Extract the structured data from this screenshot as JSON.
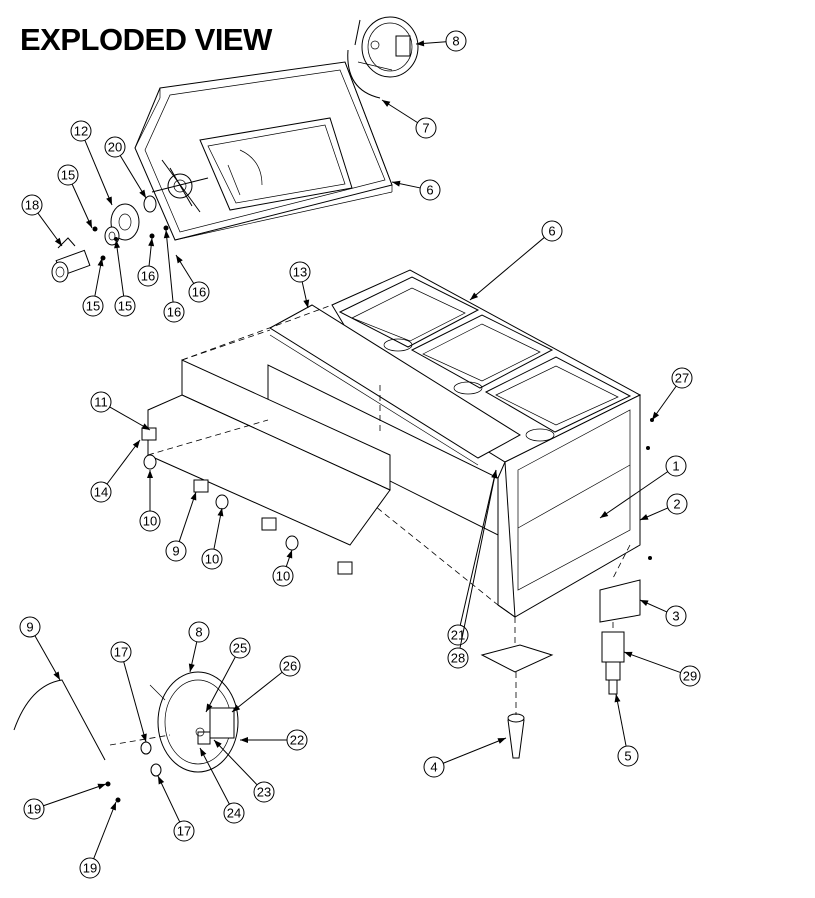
{
  "title": "EXPLODED VIEW",
  "callouts": [
    {
      "id": "c8a",
      "label": "8"
    },
    {
      "id": "c7",
      "label": "7"
    },
    {
      "id": "c6a",
      "label": "6"
    },
    {
      "id": "c12",
      "label": "12"
    },
    {
      "id": "c20",
      "label": "20"
    },
    {
      "id": "c15a",
      "label": "15"
    },
    {
      "id": "c18",
      "label": "18"
    },
    {
      "id": "c15b",
      "label": "15"
    },
    {
      "id": "c15c",
      "label": "15"
    },
    {
      "id": "c16a",
      "label": "16"
    },
    {
      "id": "c16b",
      "label": "16"
    },
    {
      "id": "c16c",
      "label": "16"
    },
    {
      "id": "c6b",
      "label": "6"
    },
    {
      "id": "c13",
      "label": "13"
    },
    {
      "id": "c27",
      "label": "27"
    },
    {
      "id": "c11",
      "label": "11"
    },
    {
      "id": "c1",
      "label": "1"
    },
    {
      "id": "c14",
      "label": "14"
    },
    {
      "id": "c2",
      "label": "2"
    },
    {
      "id": "c10a",
      "label": "10"
    },
    {
      "id": "c9a",
      "label": "9"
    },
    {
      "id": "c10b",
      "label": "10"
    },
    {
      "id": "c10c",
      "label": "10"
    },
    {
      "id": "c3",
      "label": "3"
    },
    {
      "id": "c21",
      "label": "21"
    },
    {
      "id": "c28",
      "label": "28"
    },
    {
      "id": "c29",
      "label": "29"
    },
    {
      "id": "c9b",
      "label": "9"
    },
    {
      "id": "c8b",
      "label": "8"
    },
    {
      "id": "c17a",
      "label": "17"
    },
    {
      "id": "c25",
      "label": "25"
    },
    {
      "id": "c26",
      "label": "26"
    },
    {
      "id": "c22",
      "label": "22"
    },
    {
      "id": "c23",
      "label": "23"
    },
    {
      "id": "c24",
      "label": "24"
    },
    {
      "id": "c17b",
      "label": "17"
    },
    {
      "id": "c19a",
      "label": "19"
    },
    {
      "id": "c19b",
      "label": "19"
    },
    {
      "id": "c4",
      "label": "4"
    },
    {
      "id": "c5",
      "label": "5"
    }
  ]
}
